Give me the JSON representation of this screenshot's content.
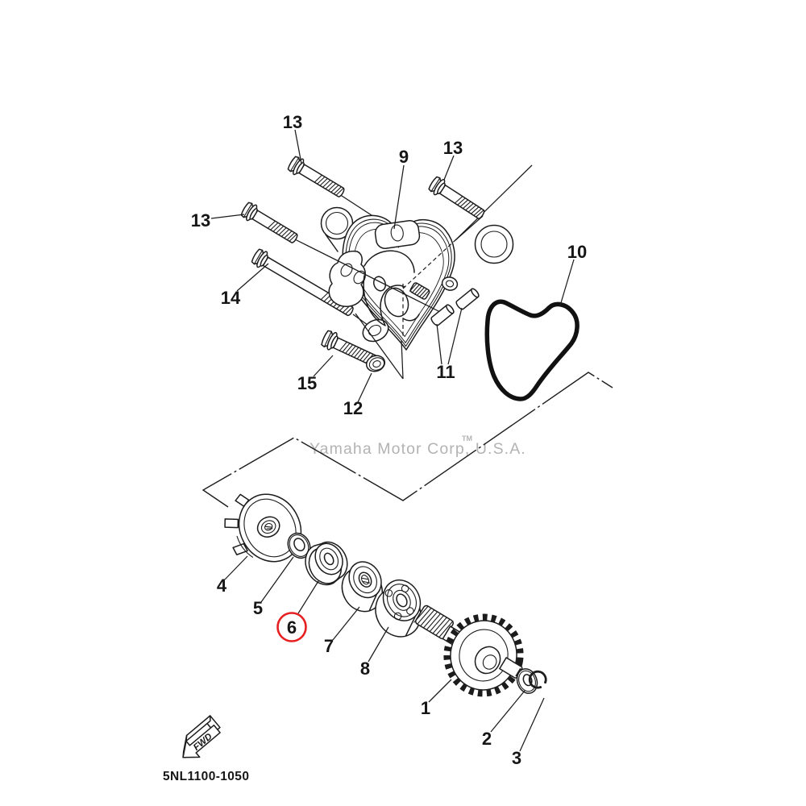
{
  "diagram": {
    "watermark": {
      "text": "Yamaha Motor Corp, U.S.A.",
      "tm": "TM"
    },
    "part_code": "5NL1100-1050",
    "fwd": "FWD",
    "highlight": {
      "callout": "6",
      "color": "#e62020"
    },
    "colors": {
      "ink": "#1c1c1c",
      "watermark": "#b3b3b3",
      "background": "#ffffff"
    },
    "callouts": {
      "c1": "1",
      "c2": "2",
      "c3": "3",
      "c4": "4",
      "c5": "5",
      "c6": "6",
      "c7": "7",
      "c8": "8",
      "c9": "9",
      "c10": "10",
      "c11": "11",
      "c12": "12",
      "c13a": "13",
      "c13b": "13",
      "c13c": "13",
      "c14": "14",
      "c15": "15"
    }
  }
}
